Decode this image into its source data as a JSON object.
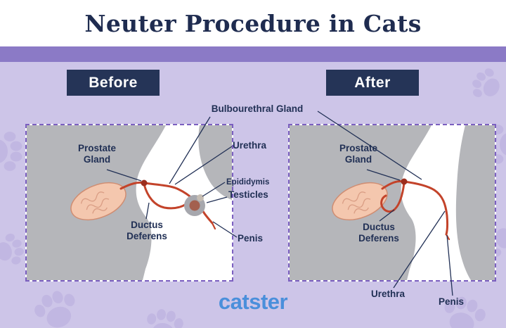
{
  "header": {
    "title": "Neuter Procedure in Cats"
  },
  "sections": {
    "before": "Before",
    "after": "After"
  },
  "anatomy": {
    "bulbourethral_gland": "Bulbourethral Gland",
    "prostate_gland": "Prostate Gland",
    "urethra": "Urethra",
    "epididymis": "Epididymis",
    "testicles": "Testicles",
    "ductus_deferens": "Ductus Deferens",
    "penis": "Penis"
  },
  "footer": {
    "brand": "catster"
  },
  "colors": {
    "page_background": "#cdc5e8",
    "header_band": "#ffffff",
    "accent_strip": "#8b7ac6",
    "navy_text": "#213055",
    "badge_navy": "#253457",
    "panel_border_purple": "#7b5fc0",
    "duct_red": "#c3432a",
    "prostate_dot": "#9c2e1e",
    "bladder_fill": "#f4c7ae",
    "bladder_stroke": "#cf8d72",
    "body_gray": "#b5b6ba",
    "testicle_outer": "#a6a7ad",
    "testicle_inner": "#a3604f",
    "brand_blue": "#4a8fdb"
  }
}
